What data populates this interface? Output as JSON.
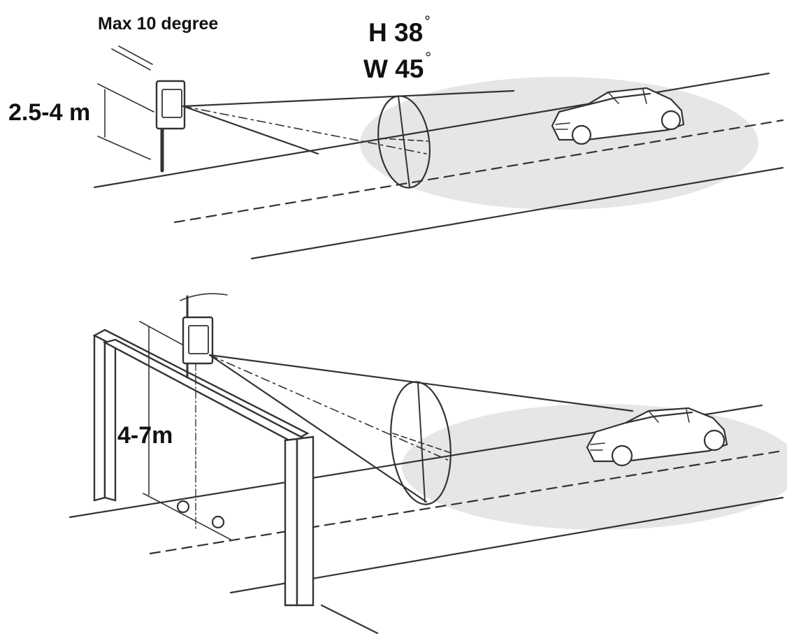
{
  "labels": {
    "tilt": "Max 10 degree",
    "fov_h": "H 38",
    "fov_w": "W 45",
    "degree_symbol": "°",
    "pole_height": "2.5-4 m",
    "gantry_height": "4-7m"
  },
  "colors": {
    "line": "#333333",
    "beam_fill": "#e6e6e6",
    "background": "#ffffff"
  }
}
